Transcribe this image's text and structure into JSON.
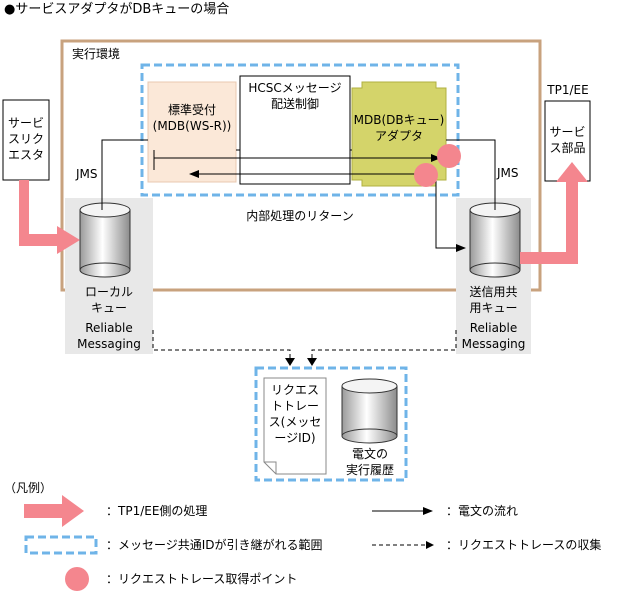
{
  "title": "●サービスアダプタがDBキューの場合",
  "nodes": {
    "execution_env": "実行環境",
    "service_requester": [
      "サービ",
      "スリク",
      "エスタ"
    ],
    "standard_receiver": [
      "標準受付",
      "(MDB(WS-R))"
    ],
    "hcsc_control": [
      "HCSCメッセージ",
      "配送制御"
    ],
    "mdb_adapter": [
      "MDB(DBキュー)",
      "アダプタ"
    ],
    "tp1_label": "TP1/EE",
    "service_part": [
      "サービ",
      "ス部品"
    ],
    "jms_left": "JMS",
    "jms_right": "JMS",
    "internal_return": "内部処理のリターン",
    "local_queue": [
      "ローカル",
      "キュー"
    ],
    "send_queue": [
      "送信用共",
      "用キュー"
    ],
    "reliable_left": [
      "Reliable",
      "Messaging"
    ],
    "reliable_right": [
      "Reliable",
      "Messaging"
    ],
    "request_trace": [
      "リクエス",
      "トトレー",
      "ス(メッセ",
      "ージID)"
    ],
    "message_history": [
      "電文の",
      "実行履歴"
    ]
  },
  "legend": {
    "title": "（凡例）",
    "tp1_processing": "：TP1/EE側の処理",
    "message_flow": "：電文の流れ",
    "message_id_scope": "：メッセージ共通IDが引き継がれる範囲",
    "trace_collection": "：リクエストトレースの収集",
    "trace_point": "：リクエストトレース取得ポイント"
  },
  "colors": {
    "env_border": "#c8a27e",
    "scope_border": "#6fb4e8",
    "receiver_fill": "#fbe8d8",
    "adapter_fill": "#d4d46a",
    "pink": "#f4868e",
    "queue_bg": "#e8e8e8"
  }
}
